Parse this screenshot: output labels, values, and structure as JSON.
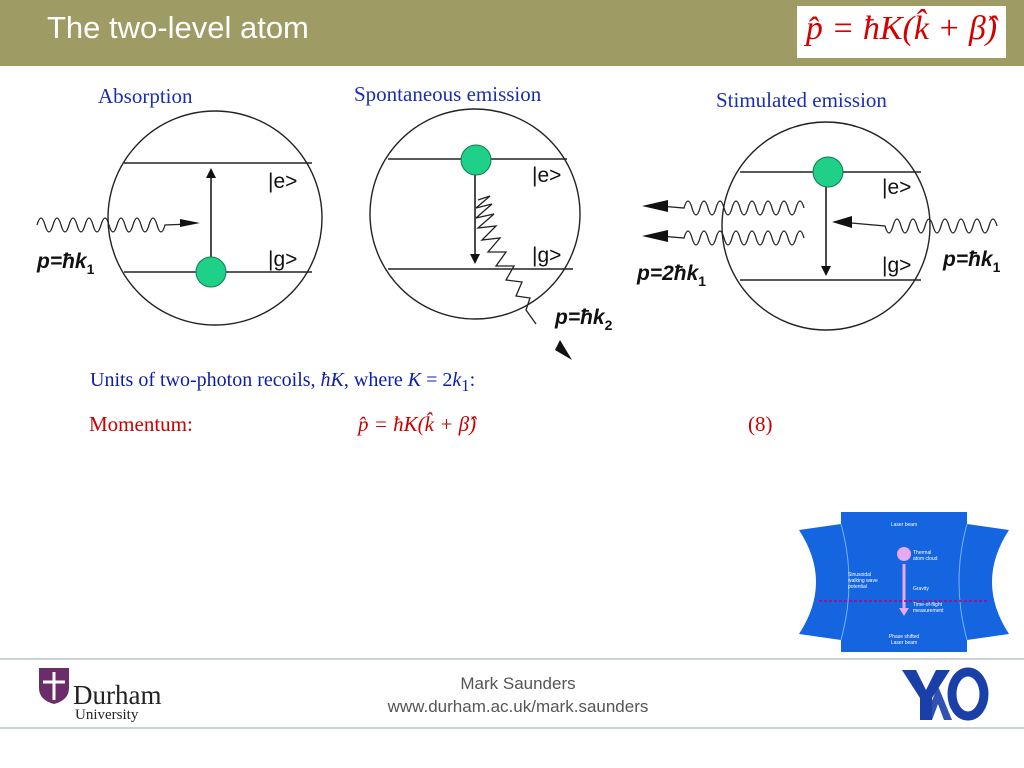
{
  "slide": {
    "title": "The two-level atom",
    "equation_header": "p̂ = ħK(k̂ + β̂)"
  },
  "diagrams": {
    "absorption": {
      "title": "Absorption",
      "excited_label": "|e>",
      "ground_label": "|g>",
      "momentum_prefix": "p=ħk",
      "momentum_sub": "1"
    },
    "spontaneous": {
      "title": "Spontaneous emission",
      "excited_label": "|e>",
      "ground_label": "|g>",
      "momentum_prefix": "p=ħk",
      "momentum_sub": "2"
    },
    "stimulated": {
      "title": "Stimulated emission",
      "excited_label": "|e>",
      "ground_label": "|g>",
      "out_momentum_prefix": "p=2ħk",
      "out_momentum_sub": "1",
      "in_momentum_prefix": "p=ħk",
      "in_momentum_sub": "1"
    }
  },
  "body": {
    "units_prefix": "Units of two-photon recoils, ",
    "units_hk": "ħK",
    "units_where": ", where ",
    "units_K": "K",
    "units_eq": " = 2",
    "units_k": "k",
    "units_sub": "1",
    "units_colon": ":",
    "momentum_label": "Momentum:",
    "momentum_eq": "p̂ = ħK(k̂ + β̂)",
    "equation_number": "(8)"
  },
  "inset": {
    "laser_beam": "Laser beam",
    "thermal_cloud_1": "Thermal",
    "thermal_cloud_2": "atom cloud",
    "standing_1": "Sinusoidal",
    "standing_2": "walking wave",
    "standing_3": "potential",
    "gravity": "Gravity",
    "tof_1": "Time-of-flight",
    "tof_2": "measurement",
    "phase_1": "Phase shifted",
    "phase_2": "Laser beam"
  },
  "footer": {
    "author": "Mark Saunders",
    "url": "www.durham.ac.uk/mark.saunders",
    "durham": "Durham",
    "university": "University",
    "yao_logo": "YAO"
  },
  "colors": {
    "header_bg": "#9e9c64",
    "atom_green": "#1fd089",
    "title_blue": "#1a2fb0",
    "equation_red": "#cc0000",
    "inset_blue": "#1565e0",
    "durham_purple": "#6b2c6b",
    "yao_blue": "#1a3fa8"
  }
}
